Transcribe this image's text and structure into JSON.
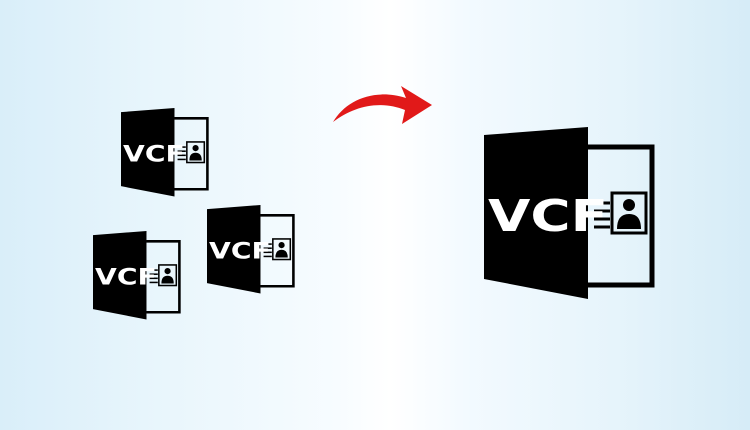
{
  "icons": {
    "small_a": {
      "label": "VCF"
    },
    "small_b": {
      "label": "VCF"
    },
    "small_c": {
      "label": "VCF"
    },
    "large": {
      "label": "VCF"
    }
  },
  "colors": {
    "icon": "#000000",
    "arrow": "#e11919",
    "label": "#ffffff"
  },
  "icon_names": [
    "vcf-file-icon",
    "curved-arrow-icon",
    "contact-card-icon"
  ]
}
